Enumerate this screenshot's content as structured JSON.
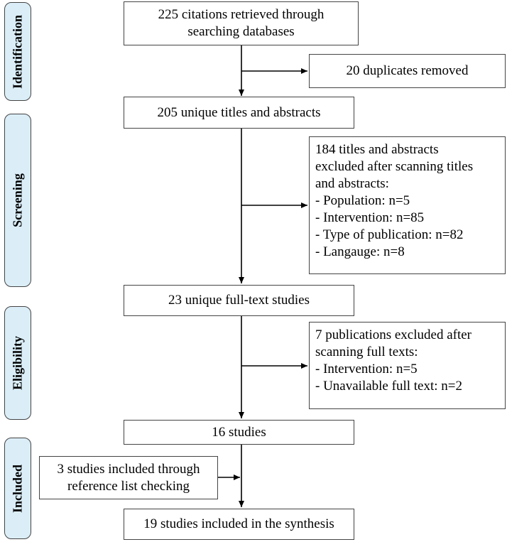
{
  "stages": {
    "identification": "Identification",
    "screening": "Screening",
    "eligibility": "Eligibility",
    "included": "Included"
  },
  "boxes": {
    "retrieved": [
      "225 citations retrieved through",
      "searching databases"
    ],
    "duplicates": [
      "20 duplicates removed"
    ],
    "unique_titles": [
      "205 unique titles and abstracts"
    ],
    "excluded_screening": [
      "184 titles and abstracts",
      "excluded after scanning titles",
      "and abstracts:",
      "- Population: n=5",
      "- Intervention: n=85",
      "- Type of publication: n=82",
      "- Langauge: n=8"
    ],
    "fulltext": [
      "23 unique full-text studies"
    ],
    "excluded_eligibility": [
      "7 publications excluded after",
      "scanning full texts:",
      "- Intervention: n=5",
      "- Unavailable full text: n=2"
    ],
    "studies16": [
      "16 studies"
    ],
    "reference_list": [
      "3 studies included through",
      "reference list checking"
    ],
    "synthesis": [
      "19 studies included in the synthesis"
    ]
  },
  "colors": {
    "stage_fill": "#dbeef8",
    "border": "#444444",
    "arrow": "#000000"
  }
}
